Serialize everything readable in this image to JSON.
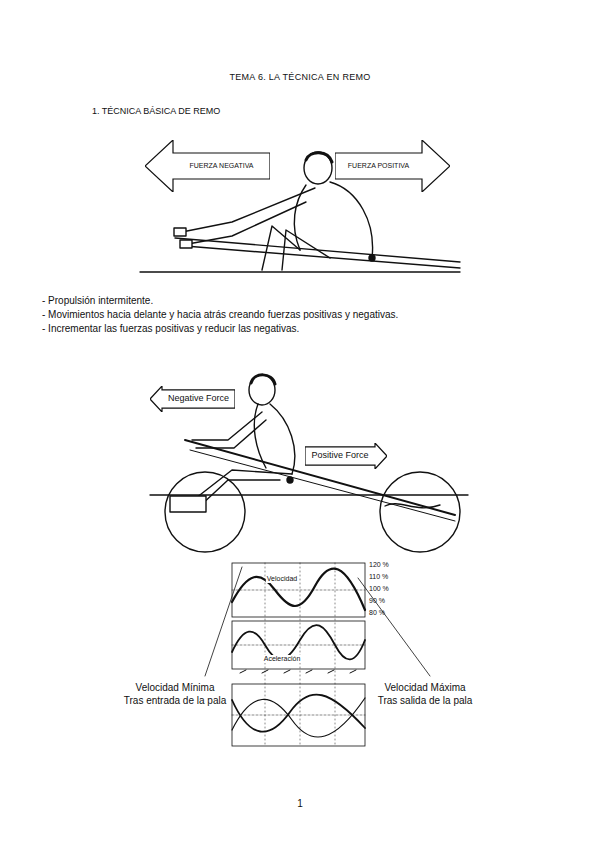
{
  "diagram": {
    "title": "TEMA 6. LA TÉCNICA EN REMO",
    "nodes": [
      {
        "text": [
          "FUERZA NEGATIVA"
        ]
      },
      {
        "text": [
          "FUERZA POSITIVA"
        ]
      },
      {
        "text": [
          "Negative Force"
        ]
      },
      {
        "text": [
          "Positive Force"
        ]
      }
    ],
    "labels": [
      "1. TÉCNICA BÁSICA DE REMO",
      "- Propulsión intermitente.",
      "- Movimientos hacia delante y hacia atrás creando fuerzas positivas y negativas.",
      "- Incrementar las fuerzas positivas y reducir las negativas.",
      "120 %",
      "110 %",
      "100 %",
      "90 %",
      "80 %",
      "Velocidad",
      "Aceleración",
      "Velocidad Mínima",
      "Tras entrada de la pala",
      "Velocidad Máxima",
      "Tras salida de la pala",
      "1"
    ]
  }
}
